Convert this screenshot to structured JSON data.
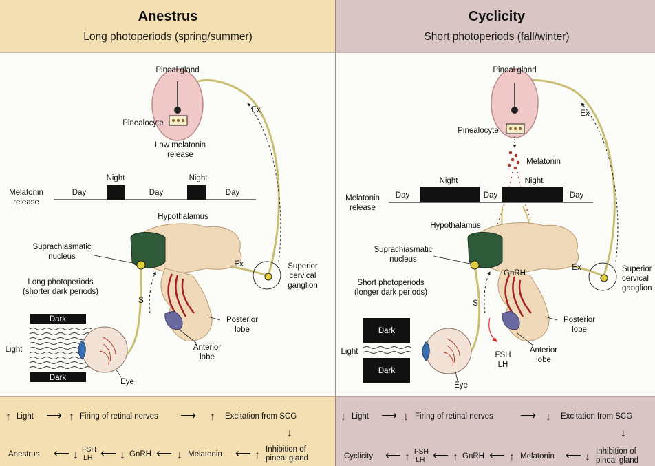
{
  "colors": {
    "left_header_bg": "#f3dfb2",
    "right_header_bg": "#d9c6c4",
    "left_footer_bg": "#f3dfb2",
    "right_footer_bg": "#d9c6c4",
    "nerve": "#c9bf73",
    "gland": "#f0c8c8",
    "hypothalamus": "#efd9b8",
    "dark_block": "#111111"
  },
  "left": {
    "title": "Anestrus",
    "subtitle": "Long photoperiods (spring/summer)",
    "pineal_gland": "Pineal gland",
    "pinealocyte": "Pinealocyte",
    "release_line1": "Low melatonin",
    "release_line2": "release",
    "ex_top": "Ex",
    "melatonin_release_line1": "Melatonin",
    "melatonin_release_line2": "release",
    "timeline": [
      "Day",
      "Night",
      "Day",
      "Night",
      "Day"
    ],
    "hypothalamus": "Hypothalamus",
    "scn_line1": "Suprachiasmatic",
    "scn_line2": "nucleus",
    "ex_mid": "Ex",
    "scg_line1": "Superior",
    "scg_line2": "cervical",
    "scg_line3": "ganglion",
    "photo_line1": "Long photoperiods",
    "photo_line2": "(shorter dark periods)",
    "s_label": "S",
    "dark_top": "Dark",
    "dark_bottom": "Dark",
    "light": "Light",
    "posterior_line1": "Posterior",
    "posterior_line2": "lobe",
    "anterior_line1": "Anterior",
    "anterior_line2": "lobe",
    "eye": "Eye",
    "footer": {
      "row1": [
        "Light",
        "Firing of retinal nerves",
        "Excitation from SCG"
      ],
      "row2_start": "Anestrus",
      "fsh": "FSH",
      "lh": "LH",
      "gnrh": "GnRH",
      "melatonin": "Melatonin",
      "inhibition_line1": "Inhibition of",
      "inhibition_line2": "pineal gland"
    }
  },
  "right": {
    "title": "Cyclicity",
    "subtitle": "Short photoperiods (fall/winter)",
    "pineal_gland": "Pineal gland",
    "pinealocyte": "Pinealocyte",
    "melatonin": "Melatonin",
    "ex_top": "Ex",
    "melatonin_release_line1": "Melatonin",
    "melatonin_release_line2": "release",
    "timeline": [
      "Day",
      "Night",
      "Day",
      "Night",
      "Day"
    ],
    "hypothalamus": "Hypothalamus",
    "scn_line1": "Suprachiasmatic",
    "scn_line2": "nucleus",
    "gnrh": "GnRH",
    "ex_mid": "Ex",
    "scg_line1": "Superior",
    "scg_line2": "cervical",
    "scg_line3": "ganglion",
    "photo_line1": "Short photoperiods",
    "photo_line2": "(longer dark periods)",
    "s_label": "S",
    "dark_top": "Dark",
    "dark_bottom": "Dark",
    "light": "Light",
    "fsh": "FSH",
    "lh": "LH",
    "posterior_line1": "Posterior",
    "posterior_line2": "lobe",
    "anterior_line1": "Anterior",
    "anterior_line2": "lobe",
    "eye": "Eye",
    "footer": {
      "row1": [
        "Light",
        "Firing of retinal nerves",
        "Excitation from SCG"
      ],
      "row2_start": "Cyclicity",
      "fsh": "FSH",
      "lh": "LH",
      "gnrh": "GnRH",
      "melatonin": "Melatonin",
      "inhibition_line1": "Inhibition of",
      "inhibition_line2": "pineal gland"
    }
  }
}
